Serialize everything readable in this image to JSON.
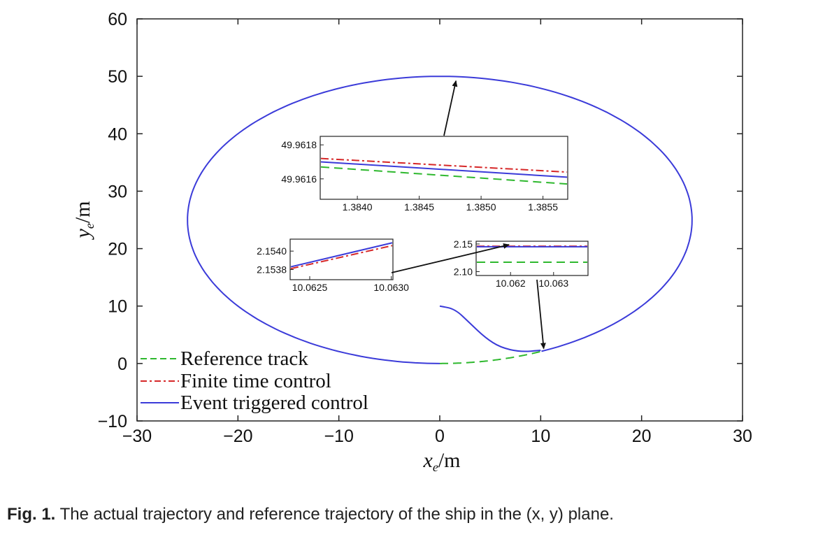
{
  "caption": {
    "label": "Fig. 1.",
    "text": "The actual trajectory and reference trajectory of the ship in the (x, y) plane."
  },
  "chart_data": {
    "type": "line",
    "xlabel_main": "x",
    "xlabel_sub": "e",
    "xlabel_unit": "/m",
    "ylabel_main": "y",
    "ylabel_sub": "e",
    "ylabel_unit": "/m",
    "xlim": [
      -30,
      30
    ],
    "ylim": [
      -10,
      60
    ],
    "xticks": [
      -30,
      -20,
      -10,
      0,
      10,
      20,
      30
    ],
    "yticks": [
      -10,
      0,
      10,
      20,
      30,
      40,
      50,
      60
    ],
    "grid": false,
    "legend_position": "bottom-left",
    "series": [
      {
        "name": "Reference track",
        "color": "#2eb82e",
        "dash": "dashed",
        "ellipse": {
          "cx": 0,
          "cy": 25,
          "rx": 25,
          "ry": 25
        }
      },
      {
        "name": "Finite time control",
        "color": "#d62728",
        "dash": "dashdot",
        "ellipse": {
          "cx": 0,
          "cy": 25,
          "rx": 25,
          "ry": 25
        }
      },
      {
        "name": "Event triggered control",
        "color": "#3b3bd9",
        "dash": "solid",
        "ellipse": {
          "cx": 0,
          "cy": 25,
          "rx": 25,
          "ry": 25
        },
        "initial_path": [
          [
            0,
            10
          ],
          [
            1.5,
            9.5
          ],
          [
            3,
            7
          ],
          [
            4.5,
            4.5
          ],
          [
            6,
            2.8
          ],
          [
            8,
            2
          ],
          [
            10,
            2.3
          ]
        ]
      }
    ],
    "insets": [
      {
        "id": "inset-top",
        "xlim": [
          1.3837,
          1.3857
        ],
        "ylim": [
          49.96148,
          49.96185
        ],
        "xticks": [
          1.384,
          1.3845,
          1.385,
          1.3855
        ],
        "xtick_labels": [
          "1.3840",
          "1.3845",
          "1.3850",
          "1.3855"
        ],
        "yticks": [
          49.9616,
          49.9618
        ],
        "ytick_labels": [
          "49.9616",
          "49.9618"
        ],
        "lines": [
          {
            "series": 1,
            "y": [
              49.96172,
              49.96164
            ]
          },
          {
            "series": 2,
            "y": [
              49.9617,
              49.96161
            ]
          },
          {
            "series": 0,
            "y": [
              49.96167,
              49.96157
            ]
          }
        ],
        "pointer": {
          "x": 1.4,
          "y": 49.96
        }
      },
      {
        "id": "inset-mid-left",
        "xlim": [
          10.06238,
          10.06301
        ],
        "ylim": [
          2.15369,
          2.15413
        ],
        "xticks": [
          10.0625,
          10.063
        ],
        "xtick_labels": [
          "10.0625",
          "10.0630"
        ],
        "yticks": [
          2.1538,
          2.154
        ],
        "ytick_labels": [
          "2.1538",
          "2.1540"
        ],
        "lines": [
          {
            "series": 2,
            "y": [
              2.15383,
              2.15409
            ]
          },
          {
            "series": 1,
            "y": [
              2.15381,
              2.15406
            ]
          }
        ]
      },
      {
        "id": "inset-mid-right",
        "xlim": [
          10.0612,
          10.0638
        ],
        "ylim": [
          2.093,
          2.155
        ],
        "xticks": [
          10.062,
          10.063
        ],
        "xtick_labels": [
          "10.062",
          "10.063"
        ],
        "yticks": [
          2.1,
          2.15
        ],
        "ytick_labels": [
          "2.10",
          "2.15"
        ],
        "lines": [
          {
            "series": 1,
            "y": [
              2.146,
              2.146
            ]
          },
          {
            "series": 2,
            "y": [
              2.145,
              2.145
            ]
          },
          {
            "series": 0,
            "y": [
              2.117,
              2.117
            ]
          }
        ],
        "pointer": {
          "x": 10.3,
          "y": 2.4
        }
      }
    ]
  }
}
